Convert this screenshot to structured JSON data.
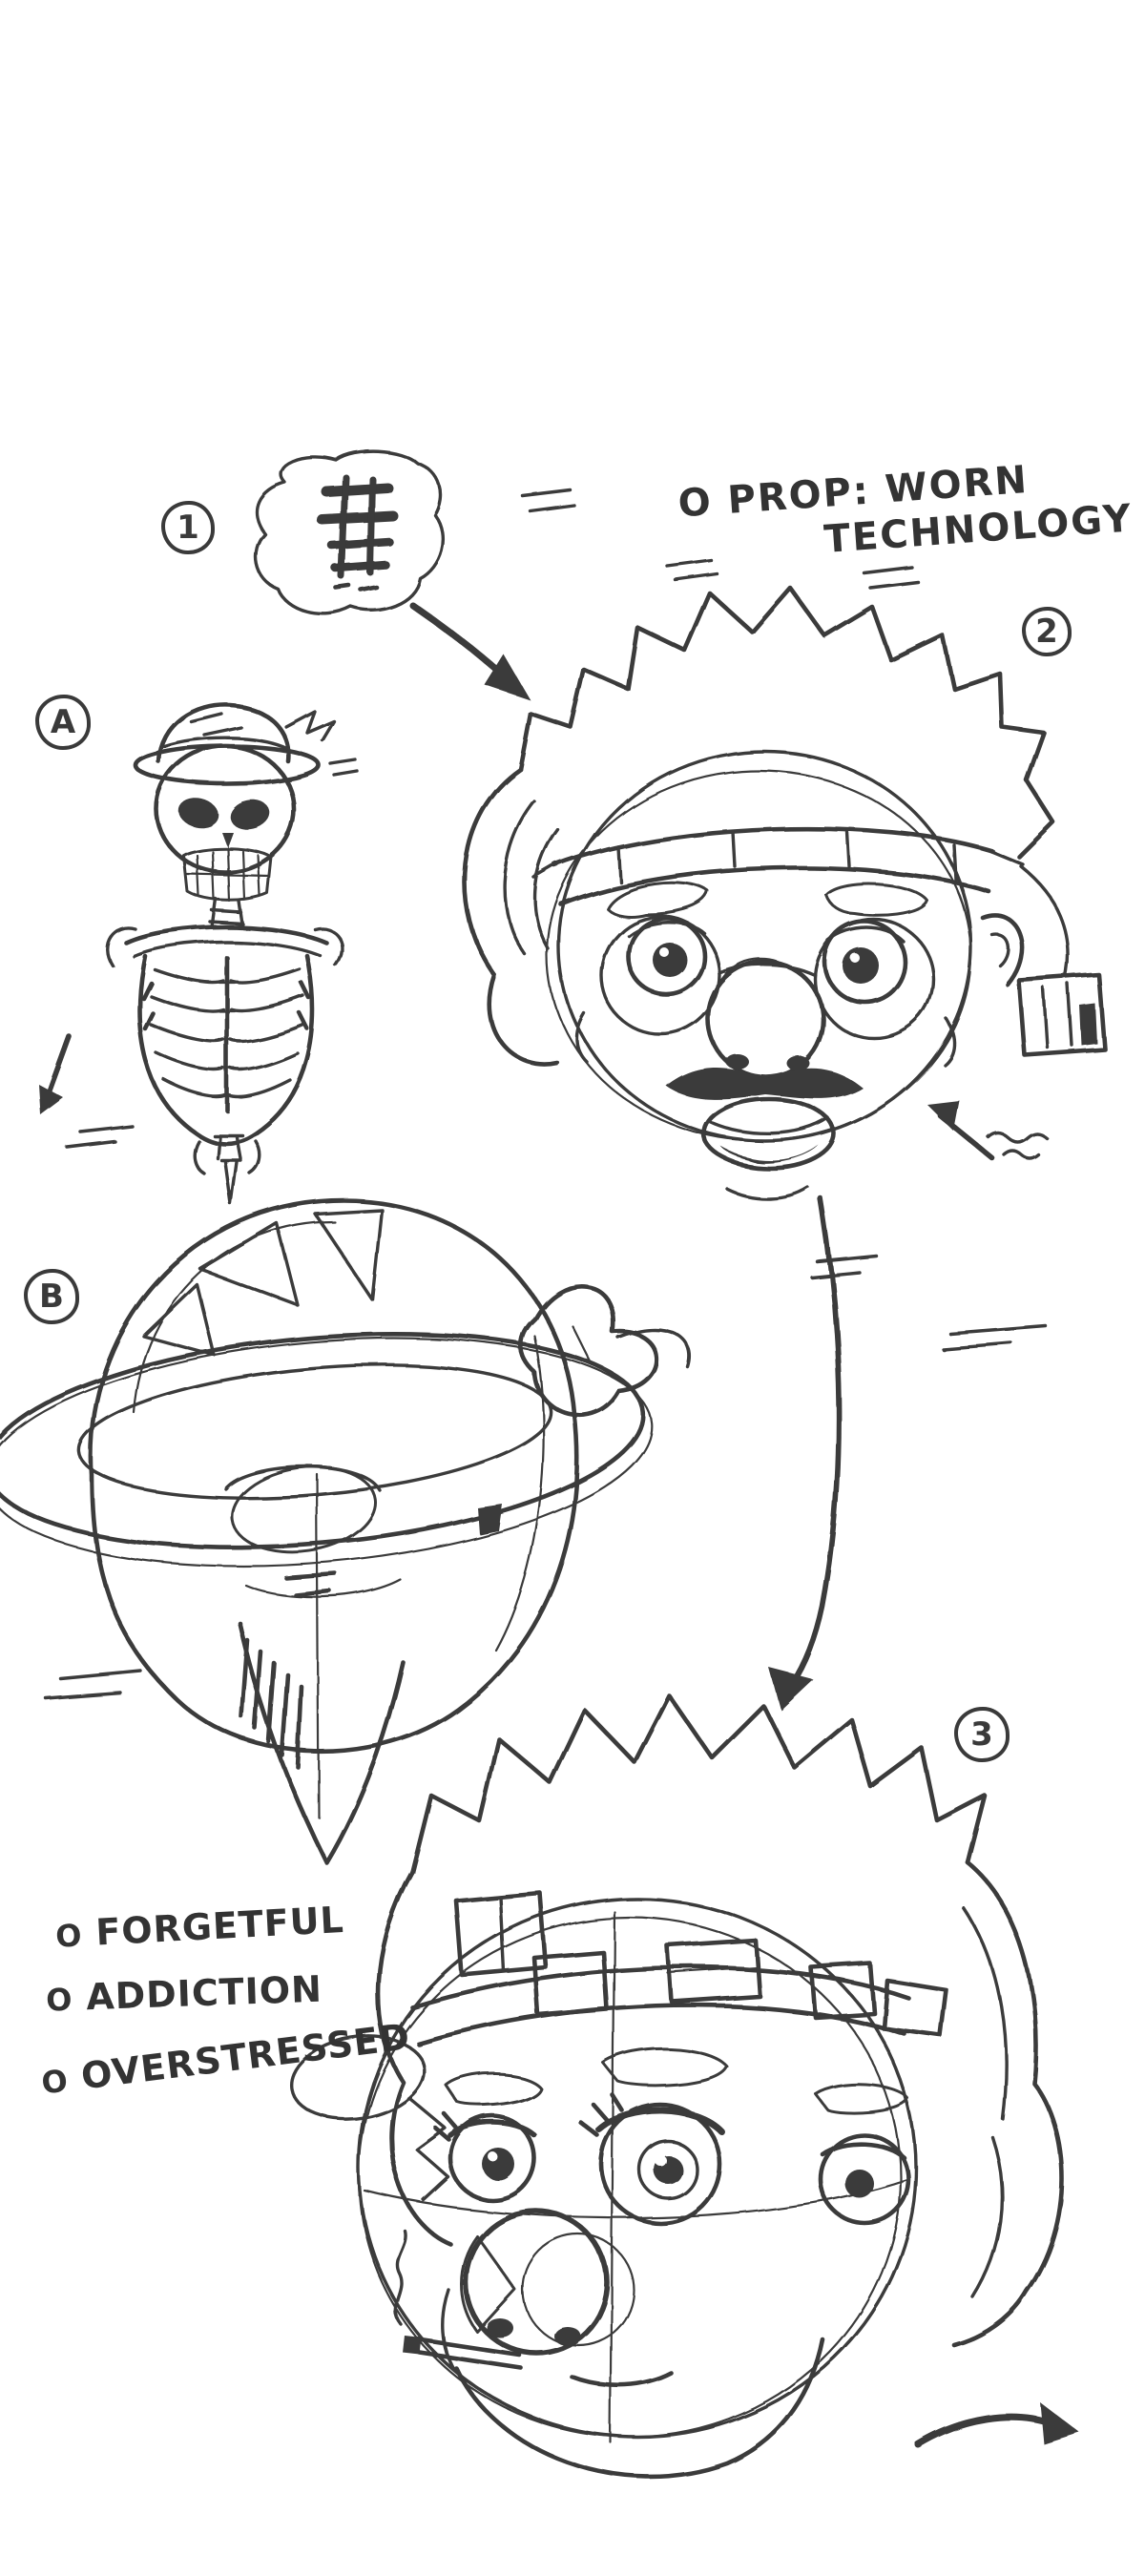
{
  "page": {
    "background": "#ffffff",
    "ink": "#3a3a3a",
    "kind": "character-design-sketch-sheet"
  },
  "callouts": {
    "step1": "1",
    "step2": "2",
    "step3": "3",
    "variantA": "A",
    "variantB": "B"
  },
  "notes": {
    "prop": {
      "bullet": "O",
      "line1": "PROP: WORN",
      "line2": "TECHNOLOGY"
    }
  },
  "traits": {
    "items": [
      {
        "bullet": "O",
        "label": "FORGETFUL"
      },
      {
        "bullet": "O",
        "label": "ADDICTION"
      },
      {
        "bullet": "O",
        "label": "OVERSTRESSED"
      }
    ]
  },
  "sketches": {
    "thumbnail": "rough-thumbnail-scribble",
    "skeletonA": "skeleton-figure-with-hat",
    "wornTechHead": "head-with-headband-goggles-and-ear-device",
    "helmetHeadB": "wide-brim-helmet-head-with-hatched-visor",
    "finalFace3": "final-face-with-tech-headband-and-cigarette",
    "arrows": [
      "arrow-thumbnail-to-head",
      "arrow-skeleton-down",
      "arrow-head-to-face",
      "arrow-bottom-right",
      "arrow-to-jaw"
    ]
  }
}
